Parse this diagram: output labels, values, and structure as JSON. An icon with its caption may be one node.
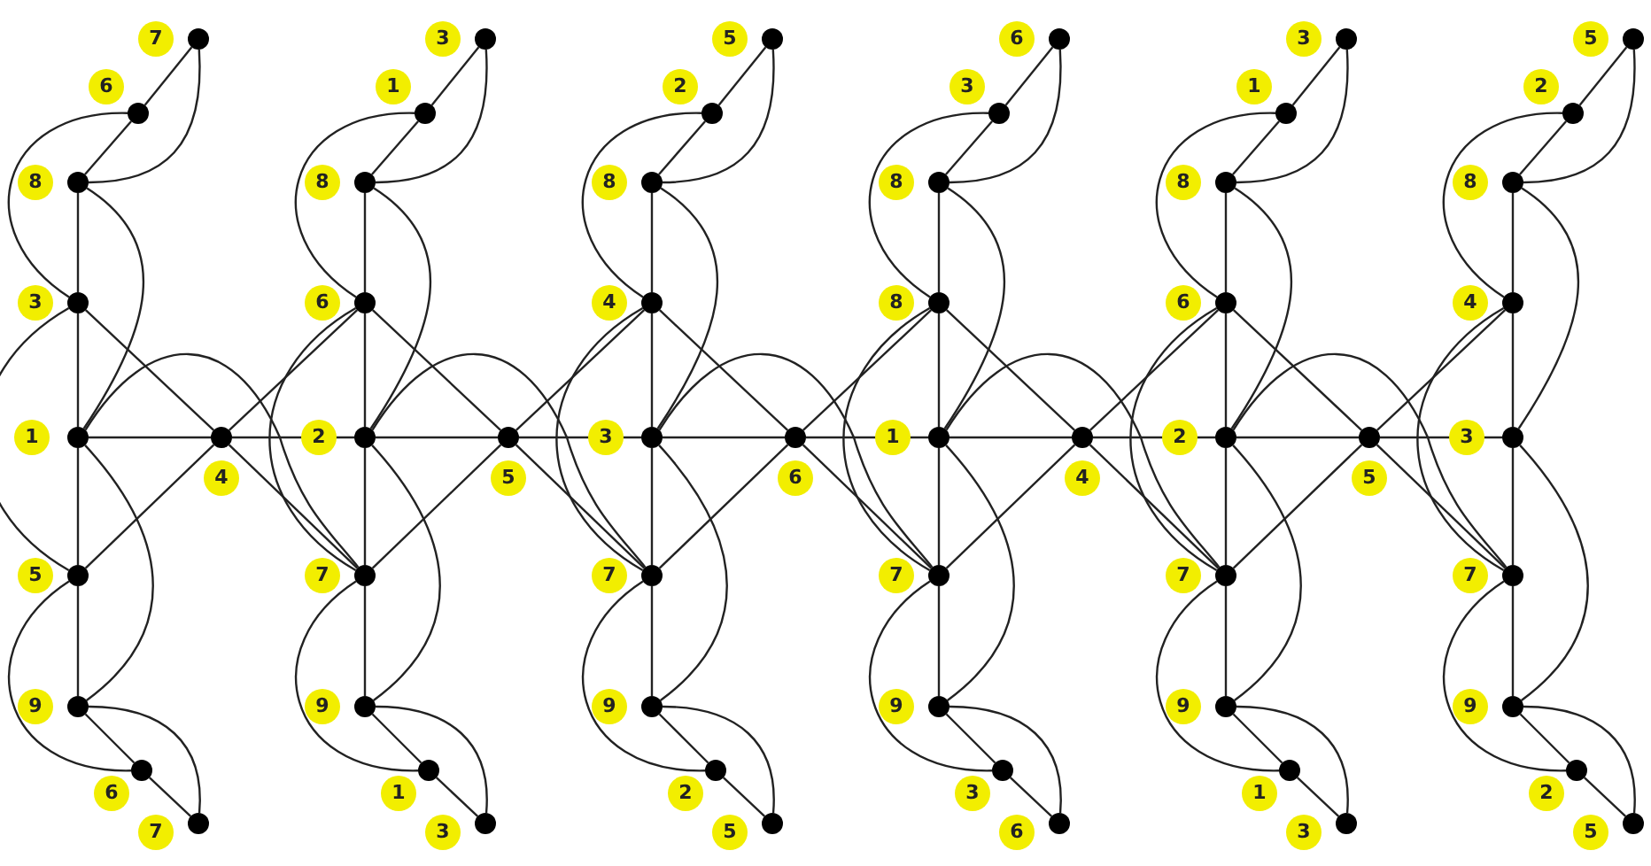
{
  "diagram": {
    "nodes": [
      {
        "text": [],
        "shape": "circle",
        "beside": [
          "7"
        ]
      },
      {
        "text": [],
        "shape": "circle",
        "beside": [
          "6"
        ]
      },
      {
        "text": [],
        "shape": "circle",
        "beside": [
          "8"
        ]
      },
      {
        "text": [],
        "shape": "circle",
        "beside": [
          "3"
        ]
      },
      {
        "text": [],
        "shape": "circle",
        "beside": [
          "1"
        ]
      },
      {
        "text": [],
        "shape": "circle",
        "beside": [
          "5"
        ]
      },
      {
        "text": [],
        "shape": "circle",
        "beside": [
          "9"
        ]
      },
      {
        "text": [],
        "shape": "circle",
        "beside": [
          "6"
        ]
      },
      {
        "text": [],
        "shape": "circle",
        "beside": [
          "7"
        ]
      },
      {
        "text": [],
        "shape": "circle",
        "beside": [
          "4"
        ]
      },
      {
        "text": [],
        "shape": "circle",
        "beside": [
          "3"
        ]
      },
      {
        "text": [],
        "shape": "circle",
        "beside": [
          "1"
        ]
      },
      {
        "text": [],
        "shape": "circle",
        "beside": [
          "8"
        ]
      },
      {
        "text": [],
        "shape": "circle",
        "beside": [
          "6"
        ]
      },
      {
        "text": [],
        "shape": "circle",
        "beside": [
          "2"
        ]
      },
      {
        "text": [],
        "shape": "circle",
        "beside": [
          "7"
        ]
      },
      {
        "text": [],
        "shape": "circle",
        "beside": [
          "9"
        ]
      },
      {
        "text": [],
        "shape": "circle",
        "beside": [
          "1"
        ]
      },
      {
        "text": [],
        "shape": "circle",
        "beside": [
          "3"
        ]
      },
      {
        "text": [],
        "shape": "circle",
        "beside": [
          "5"
        ]
      },
      {
        "text": [],
        "shape": "circle",
        "beside": [
          "5"
        ]
      },
      {
        "text": [],
        "shape": "circle",
        "beside": [
          "2"
        ]
      },
      {
        "text": [],
        "shape": "circle",
        "beside": [
          "8"
        ]
      },
      {
        "text": [],
        "shape": "circle",
        "beside": [
          "4"
        ]
      },
      {
        "text": [],
        "shape": "circle",
        "beside": [
          "3"
        ]
      },
      {
        "text": [],
        "shape": "circle",
        "beside": [
          "7"
        ]
      },
      {
        "text": [],
        "shape": "circle",
        "beside": [
          "9"
        ]
      },
      {
        "text": [],
        "shape": "circle",
        "beside": [
          "2"
        ]
      },
      {
        "text": [],
        "shape": "circle",
        "beside": [
          "5"
        ]
      },
      {
        "text": [],
        "shape": "circle",
        "beside": [
          "6"
        ]
      },
      {
        "text": [],
        "shape": "circle",
        "beside": [
          "6"
        ]
      },
      {
        "text": [],
        "shape": "circle",
        "beside": [
          "3"
        ]
      },
      {
        "text": [],
        "shape": "circle",
        "beside": [
          "8"
        ]
      },
      {
        "text": [],
        "shape": "circle",
        "beside": [
          "8"
        ]
      },
      {
        "text": [],
        "shape": "circle",
        "beside": [
          "1"
        ]
      },
      {
        "text": [],
        "shape": "circle",
        "beside": [
          "7"
        ]
      },
      {
        "text": [],
        "shape": "circle",
        "beside": [
          "9"
        ]
      },
      {
        "text": [],
        "shape": "circle",
        "beside": [
          "3"
        ]
      },
      {
        "text": [],
        "shape": "circle",
        "beside": [
          "6"
        ]
      },
      {
        "text": [],
        "shape": "circle",
        "beside": [
          "4"
        ]
      },
      {
        "text": [],
        "shape": "circle",
        "beside": [
          "3"
        ]
      },
      {
        "text": [],
        "shape": "circle",
        "beside": [
          "1"
        ]
      },
      {
        "text": [],
        "shape": "circle",
        "beside": [
          "8"
        ]
      },
      {
        "text": [],
        "shape": "circle",
        "beside": [
          "6"
        ]
      },
      {
        "text": [],
        "shape": "circle",
        "beside": [
          "2"
        ]
      },
      {
        "text": [],
        "shape": "circle",
        "beside": [
          "7"
        ]
      },
      {
        "text": [],
        "shape": "circle",
        "beside": [
          "9"
        ]
      },
      {
        "text": [],
        "shape": "circle",
        "beside": [
          "1"
        ]
      },
      {
        "text": [],
        "shape": "circle",
        "beside": [
          "3"
        ]
      },
      {
        "text": [],
        "shape": "circle",
        "beside": [
          "5"
        ]
      },
      {
        "text": [],
        "shape": "circle",
        "beside": [
          "5"
        ]
      },
      {
        "text": [],
        "shape": "circle",
        "beside": [
          "2"
        ]
      },
      {
        "text": [],
        "shape": "circle",
        "beside": [
          "8"
        ]
      },
      {
        "text": [],
        "shape": "circle",
        "beside": [
          "4"
        ]
      },
      {
        "text": [],
        "shape": "circle",
        "beside": [
          "3"
        ]
      },
      {
        "text": [],
        "shape": "circle",
        "beside": [
          "7"
        ]
      },
      {
        "text": [],
        "shape": "circle",
        "beside": [
          "9"
        ]
      },
      {
        "text": [],
        "shape": "circle",
        "beside": [
          "2"
        ]
      },
      {
        "text": [],
        "shape": "circle",
        "beside": [
          "5"
        ]
      }
    ],
    "edges": [
      {
        "from": 0,
        "to": 1,
        "arrow": "none"
      },
      {
        "from": 0,
        "to": 2,
        "arrow": "none"
      },
      {
        "from": 1,
        "to": 2,
        "arrow": "none"
      },
      {
        "from": 1,
        "to": 3,
        "arrow": "none"
      },
      {
        "from": 2,
        "to": 3,
        "arrow": "none"
      },
      {
        "from": 2,
        "to": 4,
        "arrow": "none"
      },
      {
        "from": 3,
        "to": 4,
        "arrow": "none"
      },
      {
        "from": 3,
        "to": 5,
        "arrow": "none"
      },
      {
        "from": 4,
        "to": 5,
        "arrow": "none"
      },
      {
        "from": 4,
        "to": 6,
        "arrow": "none"
      },
      {
        "from": 5,
        "to": 6,
        "arrow": "none"
      },
      {
        "from": 5,
        "to": 7,
        "arrow": "none"
      },
      {
        "from": 6,
        "to": 7,
        "arrow": "none"
      },
      {
        "from": 6,
        "to": 8,
        "arrow": "none"
      },
      {
        "from": 7,
        "to": 8,
        "arrow": "none"
      },
      {
        "from": 4,
        "to": 9,
        "arrow": "none"
      },
      {
        "from": 9,
        "to": 14,
        "arrow": "none"
      },
      {
        "from": 3,
        "to": 9,
        "arrow": "none"
      },
      {
        "from": 13,
        "to": 9,
        "arrow": "none"
      },
      {
        "from": 5,
        "to": 9,
        "arrow": "none"
      },
      {
        "from": 15,
        "to": 9,
        "arrow": "none"
      },
      {
        "from": 4,
        "to": 15,
        "arrow": "none"
      },
      {
        "from": 10,
        "to": 11,
        "arrow": "none"
      },
      {
        "from": 10,
        "to": 12,
        "arrow": "none"
      },
      {
        "from": 11,
        "to": 12,
        "arrow": "none"
      },
      {
        "from": 11,
        "to": 13,
        "arrow": "none"
      },
      {
        "from": 12,
        "to": 13,
        "arrow": "none"
      },
      {
        "from": 12,
        "to": 14,
        "arrow": "none"
      },
      {
        "from": 13,
        "to": 14,
        "arrow": "none"
      },
      {
        "from": 13,
        "to": 15,
        "arrow": "none"
      },
      {
        "from": 14,
        "to": 15,
        "arrow": "none"
      },
      {
        "from": 14,
        "to": 16,
        "arrow": "none"
      },
      {
        "from": 15,
        "to": 16,
        "arrow": "none"
      },
      {
        "from": 15,
        "to": 17,
        "arrow": "none"
      },
      {
        "from": 16,
        "to": 17,
        "arrow": "none"
      },
      {
        "from": 16,
        "to": 18,
        "arrow": "none"
      },
      {
        "from": 17,
        "to": 18,
        "arrow": "none"
      },
      {
        "from": 14,
        "to": 19,
        "arrow": "none"
      },
      {
        "from": 19,
        "to": 24,
        "arrow": "none"
      },
      {
        "from": 13,
        "to": 19,
        "arrow": "none"
      },
      {
        "from": 23,
        "to": 19,
        "arrow": "none"
      },
      {
        "from": 15,
        "to": 19,
        "arrow": "none"
      },
      {
        "from": 25,
        "to": 19,
        "arrow": "none"
      },
      {
        "from": 14,
        "to": 25,
        "arrow": "none"
      },
      {
        "from": 20,
        "to": 21,
        "arrow": "none"
      },
      {
        "from": 20,
        "to": 22,
        "arrow": "none"
      },
      {
        "from": 21,
        "to": 22,
        "arrow": "none"
      },
      {
        "from": 21,
        "to": 23,
        "arrow": "none"
      },
      {
        "from": 22,
        "to": 23,
        "arrow": "none"
      },
      {
        "from": 22,
        "to": 24,
        "arrow": "none"
      },
      {
        "from": 23,
        "to": 24,
        "arrow": "none"
      },
      {
        "from": 23,
        "to": 25,
        "arrow": "none"
      },
      {
        "from": 24,
        "to": 25,
        "arrow": "none"
      },
      {
        "from": 24,
        "to": 26,
        "arrow": "none"
      },
      {
        "from": 25,
        "to": 26,
        "arrow": "none"
      },
      {
        "from": 25,
        "to": 27,
        "arrow": "none"
      },
      {
        "from": 26,
        "to": 27,
        "arrow": "none"
      },
      {
        "from": 26,
        "to": 28,
        "arrow": "none"
      },
      {
        "from": 27,
        "to": 28,
        "arrow": "none"
      },
      {
        "from": 24,
        "to": 29,
        "arrow": "none"
      },
      {
        "from": 29,
        "to": 34,
        "arrow": "none"
      },
      {
        "from": 23,
        "to": 29,
        "arrow": "none"
      },
      {
        "from": 33,
        "to": 29,
        "arrow": "none"
      },
      {
        "from": 25,
        "to": 29,
        "arrow": "none"
      },
      {
        "from": 35,
        "to": 29,
        "arrow": "none"
      },
      {
        "from": 24,
        "to": 35,
        "arrow": "none"
      },
      {
        "from": 30,
        "to": 31,
        "arrow": "none"
      },
      {
        "from": 30,
        "to": 32,
        "arrow": "none"
      },
      {
        "from": 31,
        "to": 32,
        "arrow": "none"
      },
      {
        "from": 31,
        "to": 33,
        "arrow": "none"
      },
      {
        "from": 32,
        "to": 33,
        "arrow": "none"
      },
      {
        "from": 32,
        "to": 34,
        "arrow": "none"
      },
      {
        "from": 33,
        "to": 34,
        "arrow": "none"
      },
      {
        "from": 33,
        "to": 35,
        "arrow": "none"
      },
      {
        "from": 34,
        "to": 35,
        "arrow": "none"
      },
      {
        "from": 34,
        "to": 36,
        "arrow": "none"
      },
      {
        "from": 35,
        "to": 36,
        "arrow": "none"
      },
      {
        "from": 35,
        "to": 37,
        "arrow": "none"
      },
      {
        "from": 36,
        "to": 37,
        "arrow": "none"
      },
      {
        "from": 36,
        "to": 38,
        "arrow": "none"
      },
      {
        "from": 37,
        "to": 38,
        "arrow": "none"
      },
      {
        "from": 34,
        "to": 39,
        "arrow": "none"
      },
      {
        "from": 39,
        "to": 44,
        "arrow": "none"
      },
      {
        "from": 33,
        "to": 39,
        "arrow": "none"
      },
      {
        "from": 43,
        "to": 39,
        "arrow": "none"
      },
      {
        "from": 35,
        "to": 39,
        "arrow": "none"
      },
      {
        "from": 45,
        "to": 39,
        "arrow": "none"
      },
      {
        "from": 34,
        "to": 45,
        "arrow": "none"
      },
      {
        "from": 40,
        "to": 41,
        "arrow": "none"
      },
      {
        "from": 40,
        "to": 42,
        "arrow": "none"
      },
      {
        "from": 41,
        "to": 42,
        "arrow": "none"
      },
      {
        "from": 41,
        "to": 43,
        "arrow": "none"
      },
      {
        "from": 42,
        "to": 43,
        "arrow": "none"
      },
      {
        "from": 42,
        "to": 44,
        "arrow": "none"
      },
      {
        "from": 43,
        "to": 44,
        "arrow": "none"
      },
      {
        "from": 43,
        "to": 45,
        "arrow": "none"
      },
      {
        "from": 44,
        "to": 45,
        "arrow": "none"
      },
      {
        "from": 44,
        "to": 46,
        "arrow": "none"
      },
      {
        "from": 45,
        "to": 46,
        "arrow": "none"
      },
      {
        "from": 45,
        "to": 47,
        "arrow": "none"
      },
      {
        "from": 46,
        "to": 47,
        "arrow": "none"
      },
      {
        "from": 46,
        "to": 48,
        "arrow": "none"
      },
      {
        "from": 47,
        "to": 48,
        "arrow": "none"
      },
      {
        "from": 44,
        "to": 49,
        "arrow": "none"
      },
      {
        "from": 49,
        "to": 54,
        "arrow": "none"
      },
      {
        "from": 43,
        "to": 49,
        "arrow": "none"
      },
      {
        "from": 53,
        "to": 49,
        "arrow": "none"
      },
      {
        "from": 45,
        "to": 49,
        "arrow": "none"
      },
      {
        "from": 55,
        "to": 49,
        "arrow": "none"
      },
      {
        "from": 44,
        "to": 55,
        "arrow": "none"
      },
      {
        "from": 50,
        "to": 51,
        "arrow": "none"
      },
      {
        "from": 50,
        "to": 52,
        "arrow": "none"
      },
      {
        "from": 51,
        "to": 52,
        "arrow": "none"
      },
      {
        "from": 51,
        "to": 53,
        "arrow": "none"
      },
      {
        "from": 52,
        "to": 53,
        "arrow": "none"
      },
      {
        "from": 52,
        "to": 54,
        "arrow": "none"
      },
      {
        "from": 53,
        "to": 54,
        "arrow": "none"
      },
      {
        "from": 53,
        "to": 55,
        "arrow": "none"
      },
      {
        "from": 54,
        "to": 55,
        "arrow": "none"
      },
      {
        "from": 54,
        "to": 56,
        "arrow": "none"
      },
      {
        "from": 55,
        "to": 56,
        "arrow": "none"
      },
      {
        "from": 55,
        "to": 57,
        "arrow": "none"
      },
      {
        "from": 56,
        "to": 57,
        "arrow": "none"
      },
      {
        "from": 56,
        "to": 58,
        "arrow": "none"
      },
      {
        "from": 57,
        "to": 58,
        "arrow": "none"
      }
    ]
  }
}
